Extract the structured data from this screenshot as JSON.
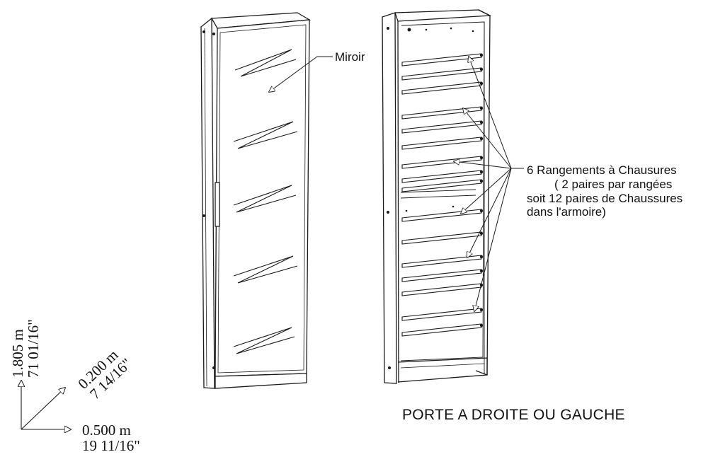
{
  "labels": {
    "mirror": "Miroir",
    "shoe_storage": [
      "6 Rangements à Chausures",
      "( 2 paires par rangées",
      "soit 12 paires de Chaussures",
      "dans l'armoire)"
    ],
    "door_note": "PORTE A DROITE OU GAUCHE"
  },
  "dimensions": {
    "height": {
      "metric": "1.805 m",
      "imperial": "71 01/16\""
    },
    "depth": {
      "metric": "0.200 m",
      "imperial": "7 14/16\""
    },
    "width": {
      "metric": "0.500 m",
      "imperial": "19 11/16\""
    }
  },
  "colors": {
    "line": "#1a1a1a",
    "background": "#ffffff"
  }
}
